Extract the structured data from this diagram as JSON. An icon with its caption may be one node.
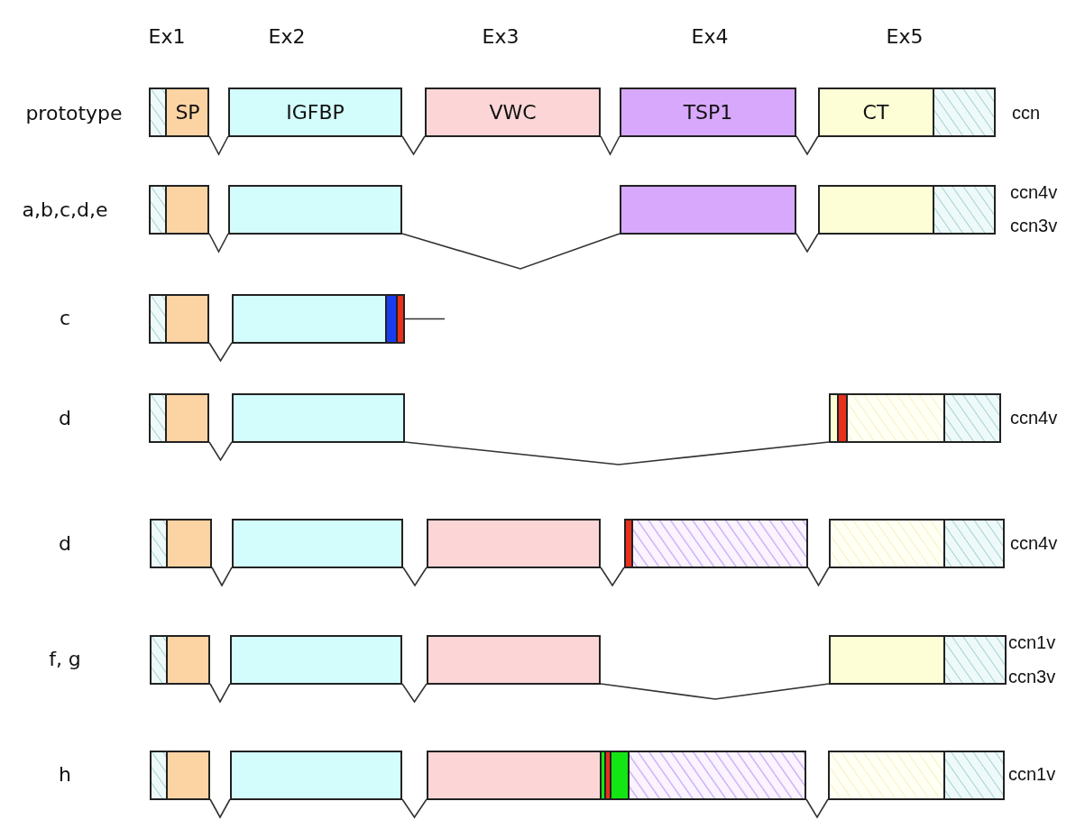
{
  "diagram": {
    "nodes": [
      {
        "text": [
          "SP"
        ]
      },
      {
        "text": [
          "IGFBP"
        ]
      },
      {
        "text": [
          "VWC"
        ]
      },
      {
        "text": [
          "TSP1"
        ]
      },
      {
        "text": [
          "CT"
        ]
      },
      {
        "text": [],
        "shape": "box"
      },
      {
        "text": [],
        "shape": "box"
      },
      {
        "text": [],
        "shape": "box"
      },
      {
        "text": [],
        "shape": "box"
      },
      {
        "text": [],
        "shape": "box"
      },
      {
        "text": [],
        "shape": "box"
      },
      {
        "text": [],
        "shape": "box"
      },
      {
        "text": [],
        "shape": "box"
      },
      {
        "text": [],
        "shape": "box"
      },
      {
        "text": [],
        "shape": "box"
      },
      {
        "text": [],
        "shape": "box"
      },
      {
        "text": [],
        "shape": "box"
      },
      {
        "text": [],
        "shape": "box"
      },
      {
        "text": [],
        "shape": "box"
      },
      {
        "text": [],
        "shape": "box"
      },
      {
        "text": [],
        "shape": "box"
      },
      {
        "text": [],
        "shape": "box"
      },
      {
        "text": [],
        "shape": "box"
      },
      {
        "text": [],
        "shape": "box"
      },
      {
        "text": [],
        "shape": "box"
      },
      {
        "text": [],
        "shape": "box"
      },
      {
        "text": [],
        "shape": "box"
      }
    ],
    "edges": [
      {
        "from": 0,
        "to": 1,
        "arrow": "none"
      },
      {
        "from": 1,
        "to": 2,
        "arrow": "none"
      },
      {
        "from": 2,
        "to": 3,
        "arrow": "none"
      },
      {
        "from": 3,
        "to": 4,
        "arrow": "none"
      },
      {
        "from": 5,
        "to": 6,
        "arrow": "none"
      },
      {
        "from": 6,
        "to": 7,
        "arrow": "none"
      },
      {
        "from": 7,
        "to": 8,
        "arrow": "none"
      },
      {
        "from": 9,
        "to": 10,
        "arrow": "none"
      },
      {
        "from": 10,
        "to": null,
        "arrow": "none"
      },
      {
        "from": 11,
        "to": 12,
        "arrow": "none"
      },
      {
        "from": 12,
        "to": 13,
        "arrow": "none"
      },
      {
        "from": 14,
        "to": 15,
        "arrow": "none"
      },
      {
        "from": 15,
        "to": 16,
        "arrow": "none"
      },
      {
        "from": 16,
        "to": 17,
        "arrow": "none"
      },
      {
        "from": 17,
        "to": 18,
        "arrow": "none"
      },
      {
        "from": 19,
        "to": 20,
        "arrow": "none"
      },
      {
        "from": 20,
        "to": 21,
        "arrow": "none"
      },
      {
        "from": 21,
        "to": 22,
        "arrow": "none"
      },
      {
        "from": 23,
        "to": 24,
        "arrow": "none"
      },
      {
        "from": 24,
        "to": 25,
        "arrow": "none"
      },
      {
        "from": 25,
        "to": 26,
        "arrow": "none"
      }
    ],
    "labels": [
      "Ex1",
      "Ex2",
      "Ex3",
      "Ex4",
      "Ex5",
      "prototype",
      "ccn",
      "a,b,c,d,e",
      "ccn4v",
      "ccn3v",
      "c",
      "d",
      "ccn4v",
      "d",
      "ccn4v",
      "f, g",
      "ccn1v",
      "ccn3v",
      "h",
      "ccn1v"
    ]
  }
}
